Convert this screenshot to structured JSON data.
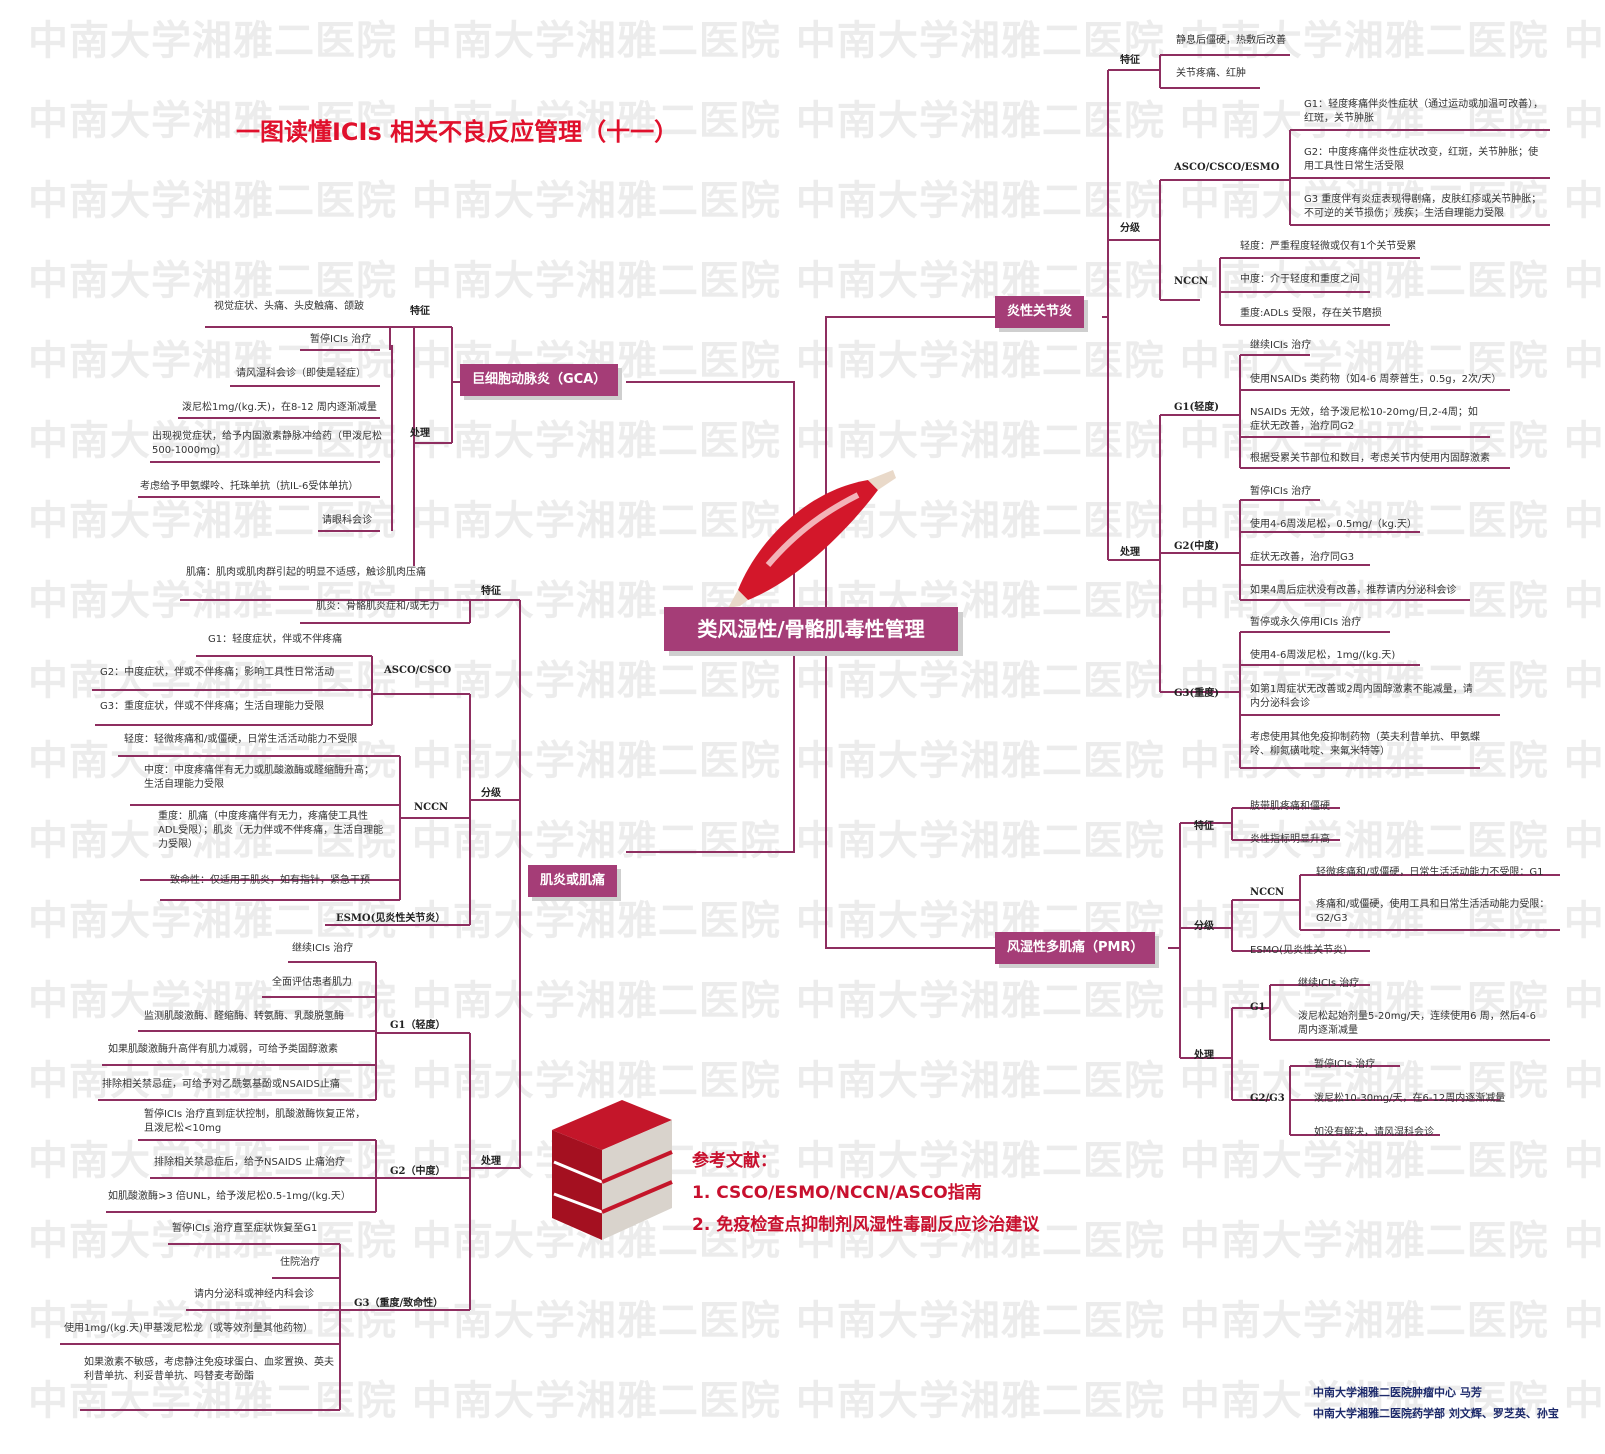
{
  "title": "一图读懂ICIs 相关不良反应管理（十一）",
  "central": "类风湿性/骨骼肌毒性管理",
  "watermark": "中南大学湘雅二医院",
  "references": {
    "heading": "参考文献：",
    "items": [
      "1. CSCO/ESMO/NCCN/ASCO指南",
      "2. 免疫检查点抑制剂风湿性毒副反应诊治建议"
    ]
  },
  "authors": [
    "中南大学湘雅二医院肿瘤中心 马芳",
    "中南大学湘雅二医院药学部 刘文辉、罗芝英、孙宝"
  ],
  "gca": {
    "title": "巨细胞动脉炎（GCA）",
    "feature_label": "特征",
    "features": [
      "视觉症状、头痛、头皮触痛、颌跛"
    ],
    "treat_label": "处理",
    "treatments": [
      "暂停ICIs 治疗",
      "请风湿科会诊（即使是轻症）",
      "泼尼松1mg/(kg.天)，在8-12 周内逐渐减量",
      "出现视觉症状，给予内固激素静脉冲给药（甲泼尼松500-1000mg）",
      "考虑给予甲氨蝶呤、托珠单抗（抗IL-6受体单抗）",
      "请眼科会诊"
    ]
  },
  "myositis": {
    "title": "肌炎或肌痛",
    "feature_label": "特征",
    "features": [
      "肌痛：肌肉或肌肉群引起的明显不适感，触诊肌肉压痛",
      "肌炎：骨骼肌炎症和/或无力"
    ],
    "grade_label": "分级",
    "asco_label": "ASCO/CSCO",
    "asco": [
      "G1：轻度症状，伴或不伴疼痛",
      "G2：中度症状，伴或不伴疼痛；影响工具性日常活动",
      "G3：重度症状，伴或不伴疼痛；生活自理能力受限"
    ],
    "nccn_label": "NCCN",
    "nccn": [
      "轻度：轻微疼痛和/或僵硬，日常生活活动能力不受限",
      "中度：中度疼痛伴有无力或肌酸激酶或醛缩酶升高；生活自理能力受限",
      "重度：肌痛（中度疼痛伴有无力，疼痛使工具性ADL受限）；肌炎（无力伴或不伴疼痛，生活自理能力受限）",
      "致命性：仅适用于肌炎，如有指针，紧急干预"
    ],
    "esmo_label": "ESMO(见炎性关节炎）",
    "treat_label": "处理",
    "g1_label": "G1（轻度）",
    "g1": [
      "继续ICIs 治疗",
      "全面评估患者肌力",
      "监测肌酸激酶、醛缩酶、转氨酶、乳酸脱氢酶",
      "如果肌酸激酶升高伴有肌力减弱，可给予类固醇激素",
      "排除相关禁忌症，可给予对乙酰氨基酚或NSAIDS止痛"
    ],
    "g2_label": "G2（中度）",
    "g2": [
      "暂停ICIs 治疗直到症状控制，肌酸激酶恢复正常，且泼尼松<10mg",
      "排除相关禁忌症后，给予NSAIDS 止痛治疗",
      "如肌酸激酶>3 倍UNL，给予泼尼松0.5-1mg/(kg.天）"
    ],
    "g3_label": "G3（重度/致命性）",
    "g3": [
      "暂停ICIs 治疗直至症状恢复至G1",
      "住院治疗",
      "请内分泌科或神经内科会诊",
      "使用1mg/(kg.天)甲基泼尼松龙（或等效剂量其他药物）",
      "如果激素不敏感，考虑静注免疫球蛋白、血浆置换、英夫利昔单抗、利妥昔单抗、吗替麦考酚酯"
    ]
  },
  "arthritis": {
    "title": "炎性关节炎",
    "feature_label": "特征",
    "features": [
      "静息后僵硬，热敷后改善",
      "关节疼痛、红肿"
    ],
    "grade_label": "分级",
    "asco_label": "ASCO/CSCO/ESMO",
    "asco": [
      "G1：轻度疼痛伴炎性症状（通过运动或加温可改善），红斑，关节肿胀",
      "G2：中度疼痛伴炎性症状改变，红斑，关节肿胀；使用工具性日常生活受限",
      "G3 重度伴有炎症表现得剧痛，皮肤红疹或关节肿胀；不可逆的关节损伤；残疾；生活自理能力受限"
    ],
    "nccn_label": "NCCN",
    "nccn": [
      "轻度：严重程度轻微或仅有1个关节受累",
      "中度：介于轻度和重度之间",
      "重度:ADLs 受限，存在关节磨损"
    ],
    "treat_label": "处理",
    "g1_label": "G1(轻度)",
    "g1": [
      "继续ICIs 治疗",
      "使用NSAIDs 类药物（如4-6 周萘普生，0.5g，2次/天）",
      "NSAIDs 无效，给予泼尼松10-20mg/日,2-4周；如症状无改善，治疗同G2",
      "根据受累关节部位和数目，考虑关节内使用内固醇激素"
    ],
    "g2_label": "G2(中度)",
    "g2": [
      "暂停ICIs 治疗",
      "使用4-6周泼尼松，0.5mg/（kg.天）",
      "症状无改善，治疗同G3",
      "如果4周后症状没有改善，推荐请内分泌科会诊"
    ],
    "g3_label": "G3(重度)",
    "g3": [
      "暂停或永久停用ICIs 治疗",
      "使用4-6周泼尼松，1mg/(kg.天)",
      "如第1周症状无改善或2周内固醇激素不能减量，请内分泌科会诊",
      "考虑使用其他免疫抑制药物（英夫利昔单抗、甲氨蝶呤、柳氮磺吡啶、来氟米特等）"
    ]
  },
  "pmr": {
    "title": "风湿性多肌痛（PMR）",
    "feature_label": "特征",
    "features": [
      "肢带肌疼痛和僵硬",
      "炎性指标明显升高"
    ],
    "grade_label": "分级",
    "nccn_label": "NCCN",
    "nccn": [
      "轻微疼痛和/或僵硬，日常生活活动能力不受限：G1",
      "疼痛和/或僵硬，使用工具和日常生活活动能力受限：G2/G3"
    ],
    "esmo_label": "ESMO(见炎性关节炎）",
    "treat_label": "处理",
    "g1_label": "G1",
    "g1": [
      "继续ICIs 治疗",
      "泼尼松起始剂量5-20mg/天，连续使用6 周，然后4-6周内逐渐减量"
    ],
    "g23_label": "G2/G3",
    "g23": [
      "暂停ICIs 治疗",
      "泼尼松10-30mg/天，在6-12周内逐渐减量",
      "如没有解决，请风湿科会诊"
    ]
  },
  "colors": {
    "branch": "#a53d77",
    "line": "#8e2e60",
    "title": "#e0102c",
    "ref": "#c8102e",
    "author": "#1d2a6b"
  }
}
